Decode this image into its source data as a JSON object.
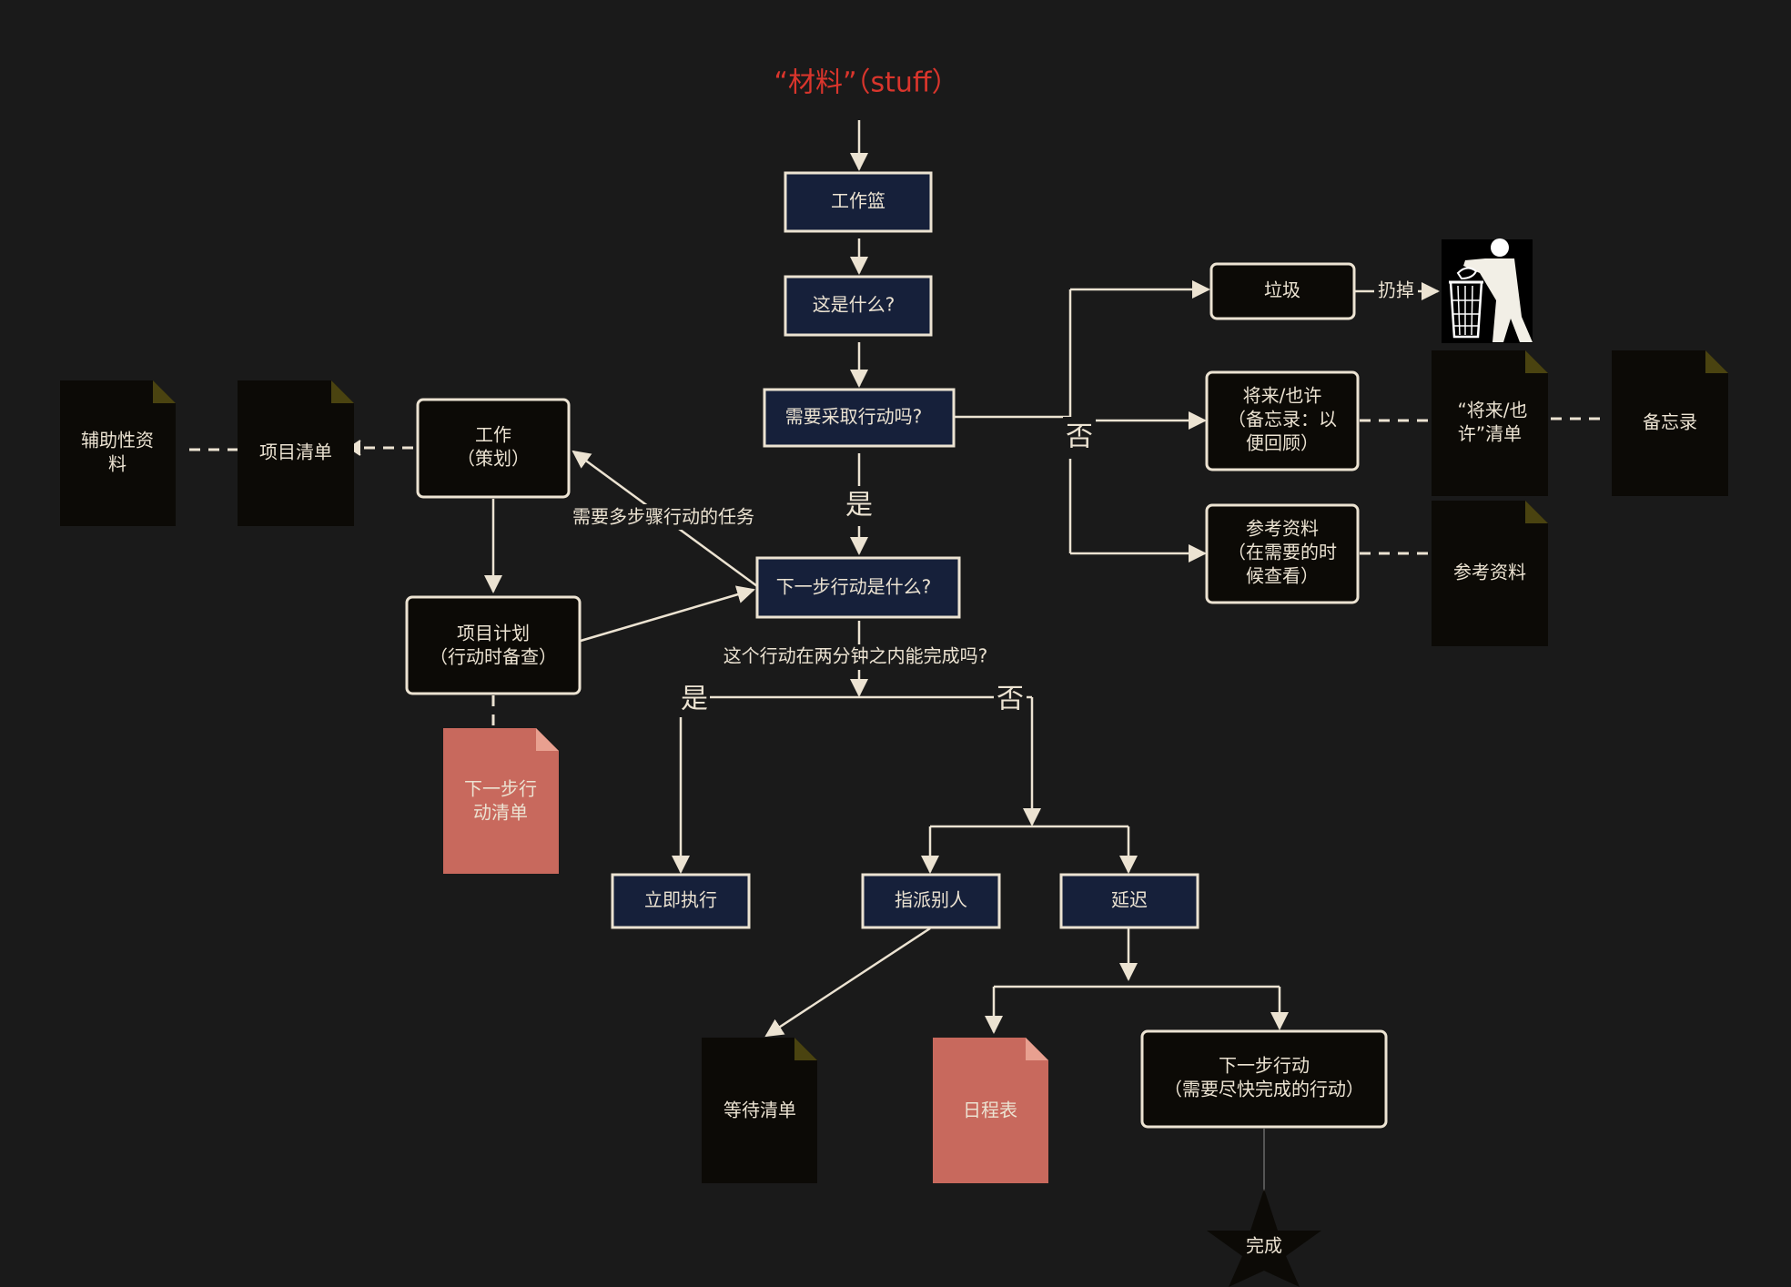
{
  "colors": {
    "background": "#1a1a1a",
    "title": "#d9352c",
    "line": "#ece3d2",
    "box_navy": "#16203a",
    "box_dark": "#0c0a06",
    "doc_dark": "#0c0a06",
    "doc_dark_fold": "#4a4310",
    "doc_red": "#c8695d"
  },
  "title": "“材料”（stuff）",
  "nodes": {
    "inbox": "工作篮",
    "what": "这是什么?",
    "action_needed": "需要采取行动吗?",
    "next_action_q": "下一步行动是什么?",
    "trash": "垃圾",
    "someday": [
      "将来/也许",
      "（备忘录：以",
      "便回顾）"
    ],
    "reference": [
      "参考资料",
      "（在需要的时",
      "候查看）"
    ],
    "project_plan_work": [
      "工作",
      "（策划）"
    ],
    "project_plan_review": [
      "项目计划",
      "（行动时备查）"
    ],
    "do_now": "立即执行",
    "delegate": "指派别人",
    "defer": "延迟",
    "next_actions": [
      "下一步行动",
      "（需要尽快完成的行动）"
    ],
    "done": "完成"
  },
  "documents": {
    "support": [
      "辅助性资",
      "料"
    ],
    "projects": "项目清单",
    "next_list": [
      "下一步行",
      "动清单"
    ],
    "someday_list": [
      "“将来/也",
      "许”清单"
    ],
    "tickler": "备忘录",
    "reference_docs": "参考资料",
    "waiting": "等待清单",
    "calendar": "日程表"
  },
  "edge_labels": {
    "yes": "是",
    "no": "否",
    "multi_step": "需要多步骤行动的任务",
    "two_minutes": "这个行动在两分钟之内能完成吗?",
    "discard": "扔掉"
  },
  "icons": {
    "trash_bin": "trash-bin-person-icon",
    "done_star": "star-icon"
  }
}
